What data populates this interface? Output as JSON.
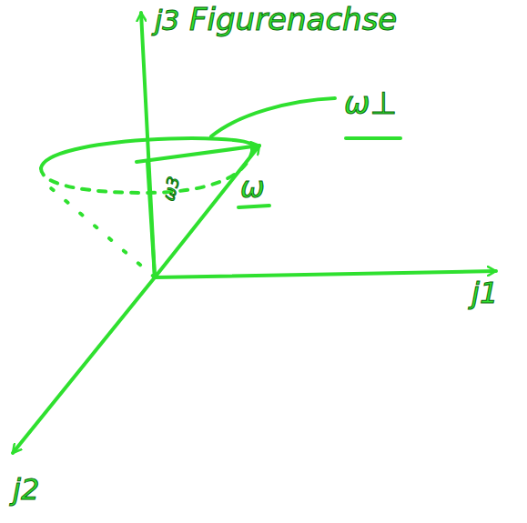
{
  "diagram": {
    "labels": [
      "j3",
      "Figurenachse",
      "ω⊥",
      "ω",
      "ω3",
      "j1",
      "j2"
    ]
  }
}
